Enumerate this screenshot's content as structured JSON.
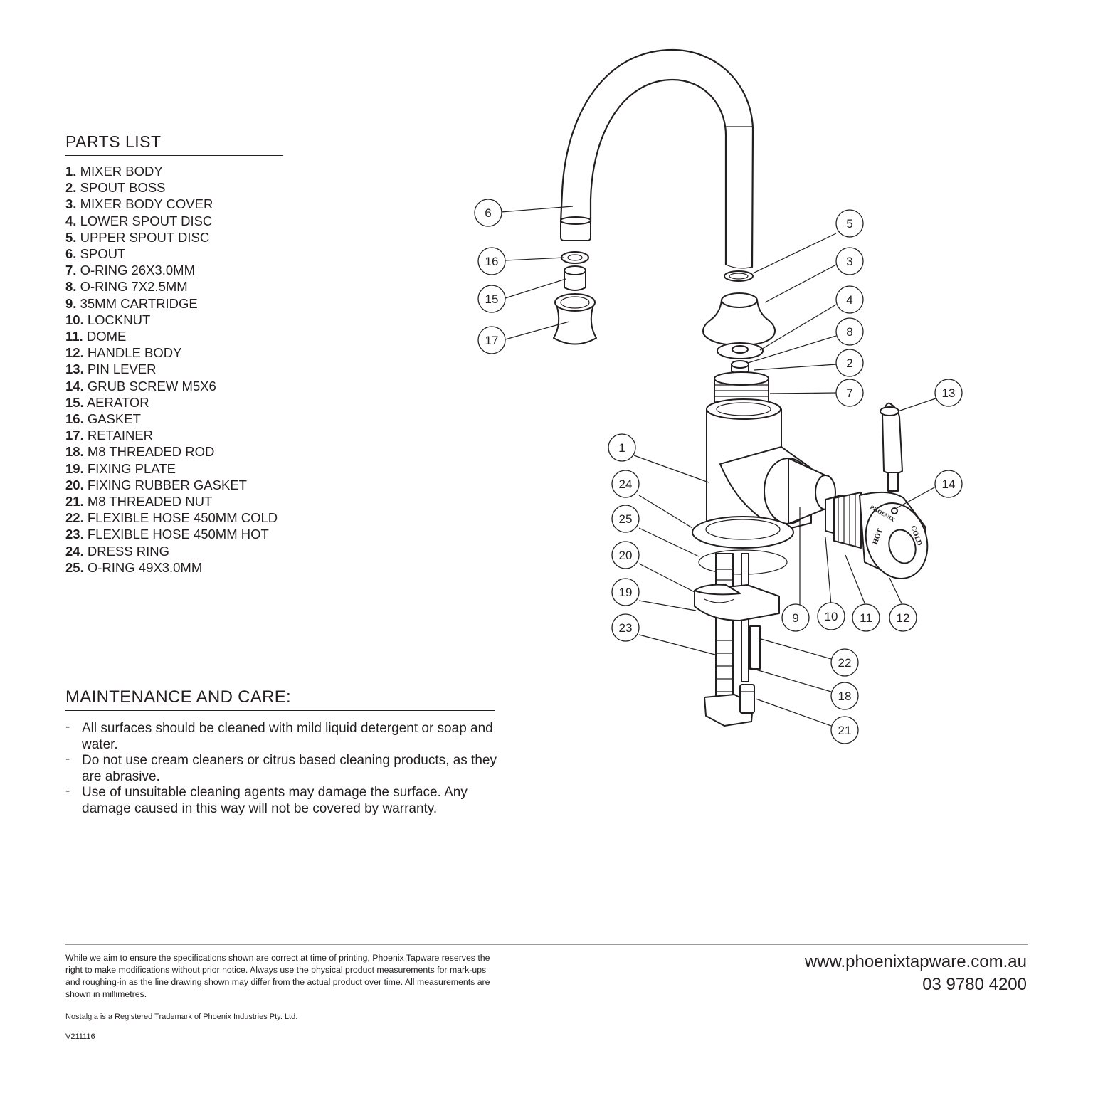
{
  "parts_list": {
    "title": "PARTS LIST",
    "items": [
      {
        "num": "1.",
        "name": "MIXER BODY"
      },
      {
        "num": "2.",
        "name": "SPOUT BOSS"
      },
      {
        "num": "3.",
        "name": "MIXER BODY COVER"
      },
      {
        "num": "4.",
        "name": "LOWER SPOUT DISC"
      },
      {
        "num": "5.",
        "name": "UPPER SPOUT DISC"
      },
      {
        "num": "6.",
        "name": "SPOUT"
      },
      {
        "num": "7.",
        "name": "O-RING 26X3.0MM"
      },
      {
        "num": "8.",
        "name": "O-RING 7X2.5MM"
      },
      {
        "num": "9.",
        "name": "35MM CARTRIDGE"
      },
      {
        "num": "10.",
        "name": "LOCKNUT"
      },
      {
        "num": "11.",
        "name": "DOME"
      },
      {
        "num": "12.",
        "name": "HANDLE BODY"
      },
      {
        "num": "13.",
        "name": "PIN LEVER"
      },
      {
        "num": "14.",
        "name": "GRUB SCREW M5X6"
      },
      {
        "num": "15.",
        "name": "AERATOR"
      },
      {
        "num": "16.",
        "name": "GASKET"
      },
      {
        "num": "17.",
        "name": "RETAINER"
      },
      {
        "num": "18.",
        "name": "M8 THREADED ROD"
      },
      {
        "num": "19.",
        "name": "FIXING PLATE"
      },
      {
        "num": "20.",
        "name": "FIXING RUBBER GASKET"
      },
      {
        "num": "21.",
        "name": "M8 THREADED NUT"
      },
      {
        "num": "22.",
        "name": "FLEXIBLE HOSE 450MM COLD"
      },
      {
        "num": "23.",
        "name": "FLEXIBLE HOSE 450MM HOT"
      },
      {
        "num": "24.",
        "name": "DRESS RING"
      },
      {
        "num": "25.",
        "name": "O-RING 49X3.0MM"
      }
    ]
  },
  "maintenance": {
    "title": "MAINTENANCE AND CARE:",
    "items": [
      {
        "dash": "-",
        "text": "All surfaces should be cleaned with mild liquid detergent or soap and water."
      },
      {
        "dash": "-",
        "text": "Do not use cream cleaners or citrus based cleaning products, as they are abrasive."
      },
      {
        "dash": "-",
        "text": "Use of unsuitable cleaning agents may damage the surface. Any damage caused in this way will not be covered by warranty."
      }
    ]
  },
  "footer": {
    "disclaimer": "While we aim to ensure the specifications shown are correct at time of printing, Phoenix Tapware reserves the right to make modifications without prior notice. Always use the physical product measurements for mark-ups and roughing-in as the line drawing shown may differ from the actual product over time. All measurements are shown in millimetres.",
    "trademark": "Nostalgia is a Registered Trademark of Phoenix Industries Pty. Ltd.",
    "version": "V211116",
    "website": "www.phoenixtapware.com.au",
    "phone": "03 9780 4200"
  },
  "diagram": {
    "callouts": [
      "1",
      "2",
      "3",
      "4",
      "5",
      "6",
      "7",
      "8",
      "9",
      "10",
      "11",
      "12",
      "13",
      "14",
      "15",
      "16",
      "17",
      "18",
      "19",
      "20",
      "21",
      "22",
      "23",
      "24",
      "25"
    ],
    "handle_labels": {
      "hot": "HOT",
      "cold": "COLD",
      "brand": "PHOENIX"
    }
  }
}
